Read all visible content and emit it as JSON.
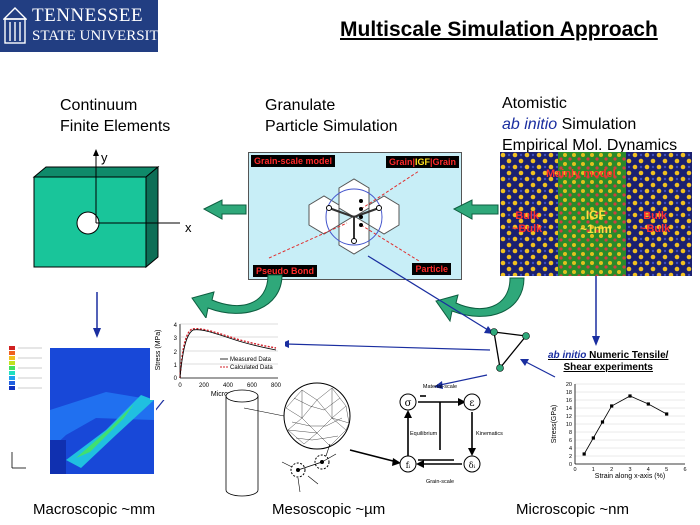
{
  "logo": {
    "line1": "TENNESSEE",
    "line2": "STATE UNIVERSITY",
    "color": "#223e82"
  },
  "title": "Multiscale Simulation Approach",
  "columns": {
    "continuum": {
      "line1": "Continuum",
      "line2": "Finite Elements"
    },
    "granulate": {
      "line1": "Granulate",
      "line2": "Particle Simulation"
    },
    "atomistic": {
      "line1": "Atomistic",
      "line2_italic": "ab initio",
      "line2_rest": " Simulation",
      "line3": "Empirical Mol. Dynamics"
    }
  },
  "fe_plate": {
    "y_label": "y",
    "x_label": "x",
    "color": "#19c59a"
  },
  "granulate_box": {
    "grain_scale_model": "Grain-scale model",
    "grain_igf_grain_pre": "Grain|",
    "grain_igf_grain_igf": "IGF",
    "grain_igf_grain_post": "|Grain",
    "pseudo_bond": "Pseudo Bond",
    "particle": "Particle"
  },
  "atomistic_box": {
    "mainly_model": "Mainly model",
    "bulk_left_1": "Bulk",
    "bulk_left_2": "~Bulk",
    "igf_1": "IGF",
    "igf_2": "~1nm",
    "bulk_right_1": "Bulk",
    "bulk_right_2": "~Bulk"
  },
  "stress_strain_plot": {
    "ylabel": "Stress (MPa)",
    "xlabel": "Microstrain",
    "legend_measured": "Measured Data",
    "legend_calculated": "Calculated Data",
    "x_ticks": [
      "0",
      "200",
      "400",
      "600",
      "800"
    ],
    "y_ticks": [
      "0",
      "1",
      "2",
      "3",
      "4"
    ]
  },
  "tensile_caption": {
    "italic": "ab initio",
    "rest": " Numeric Tensile/",
    "line2": "Shear experiments"
  },
  "chart_data": {
    "type": "line",
    "ylabel": "Stress(GPa)",
    "xlabel": "Strain along x-axis (%)",
    "x": [
      0.5,
      1,
      1.5,
      2,
      3,
      4,
      5
    ],
    "values": [
      2.5,
      6.5,
      10.5,
      14.5,
      17,
      15,
      12.5
    ],
    "x_ticks": [
      "0",
      "1",
      "2",
      "3",
      "4",
      "5",
      "6"
    ],
    "y_ticks": [
      "0",
      "2",
      "4",
      "6",
      "8",
      "10",
      "12",
      "14",
      "16",
      "18",
      "20"
    ],
    "xlim": [
      0,
      6
    ],
    "ylim": [
      0,
      20
    ]
  },
  "meso_diagram": {
    "sigma": "σ",
    "epsilon": "ε",
    "f_i": "fᵢ",
    "delta_i": "δᵢ",
    "material_scale": "Material-scale",
    "grain_scale": "Grain-scale",
    "equilibrium": "Equilibrium",
    "kinematics": "Kinematics"
  },
  "bottom_labels": {
    "macro": "Macroscopic ~mm",
    "meso": "Mesoscopic ~µm",
    "micro": "Microscopic ~nm"
  },
  "colors": {
    "arrow_green": "#2fa87a",
    "arrow_blue": "#1a2ea0",
    "plot_red": "#d0202a"
  }
}
